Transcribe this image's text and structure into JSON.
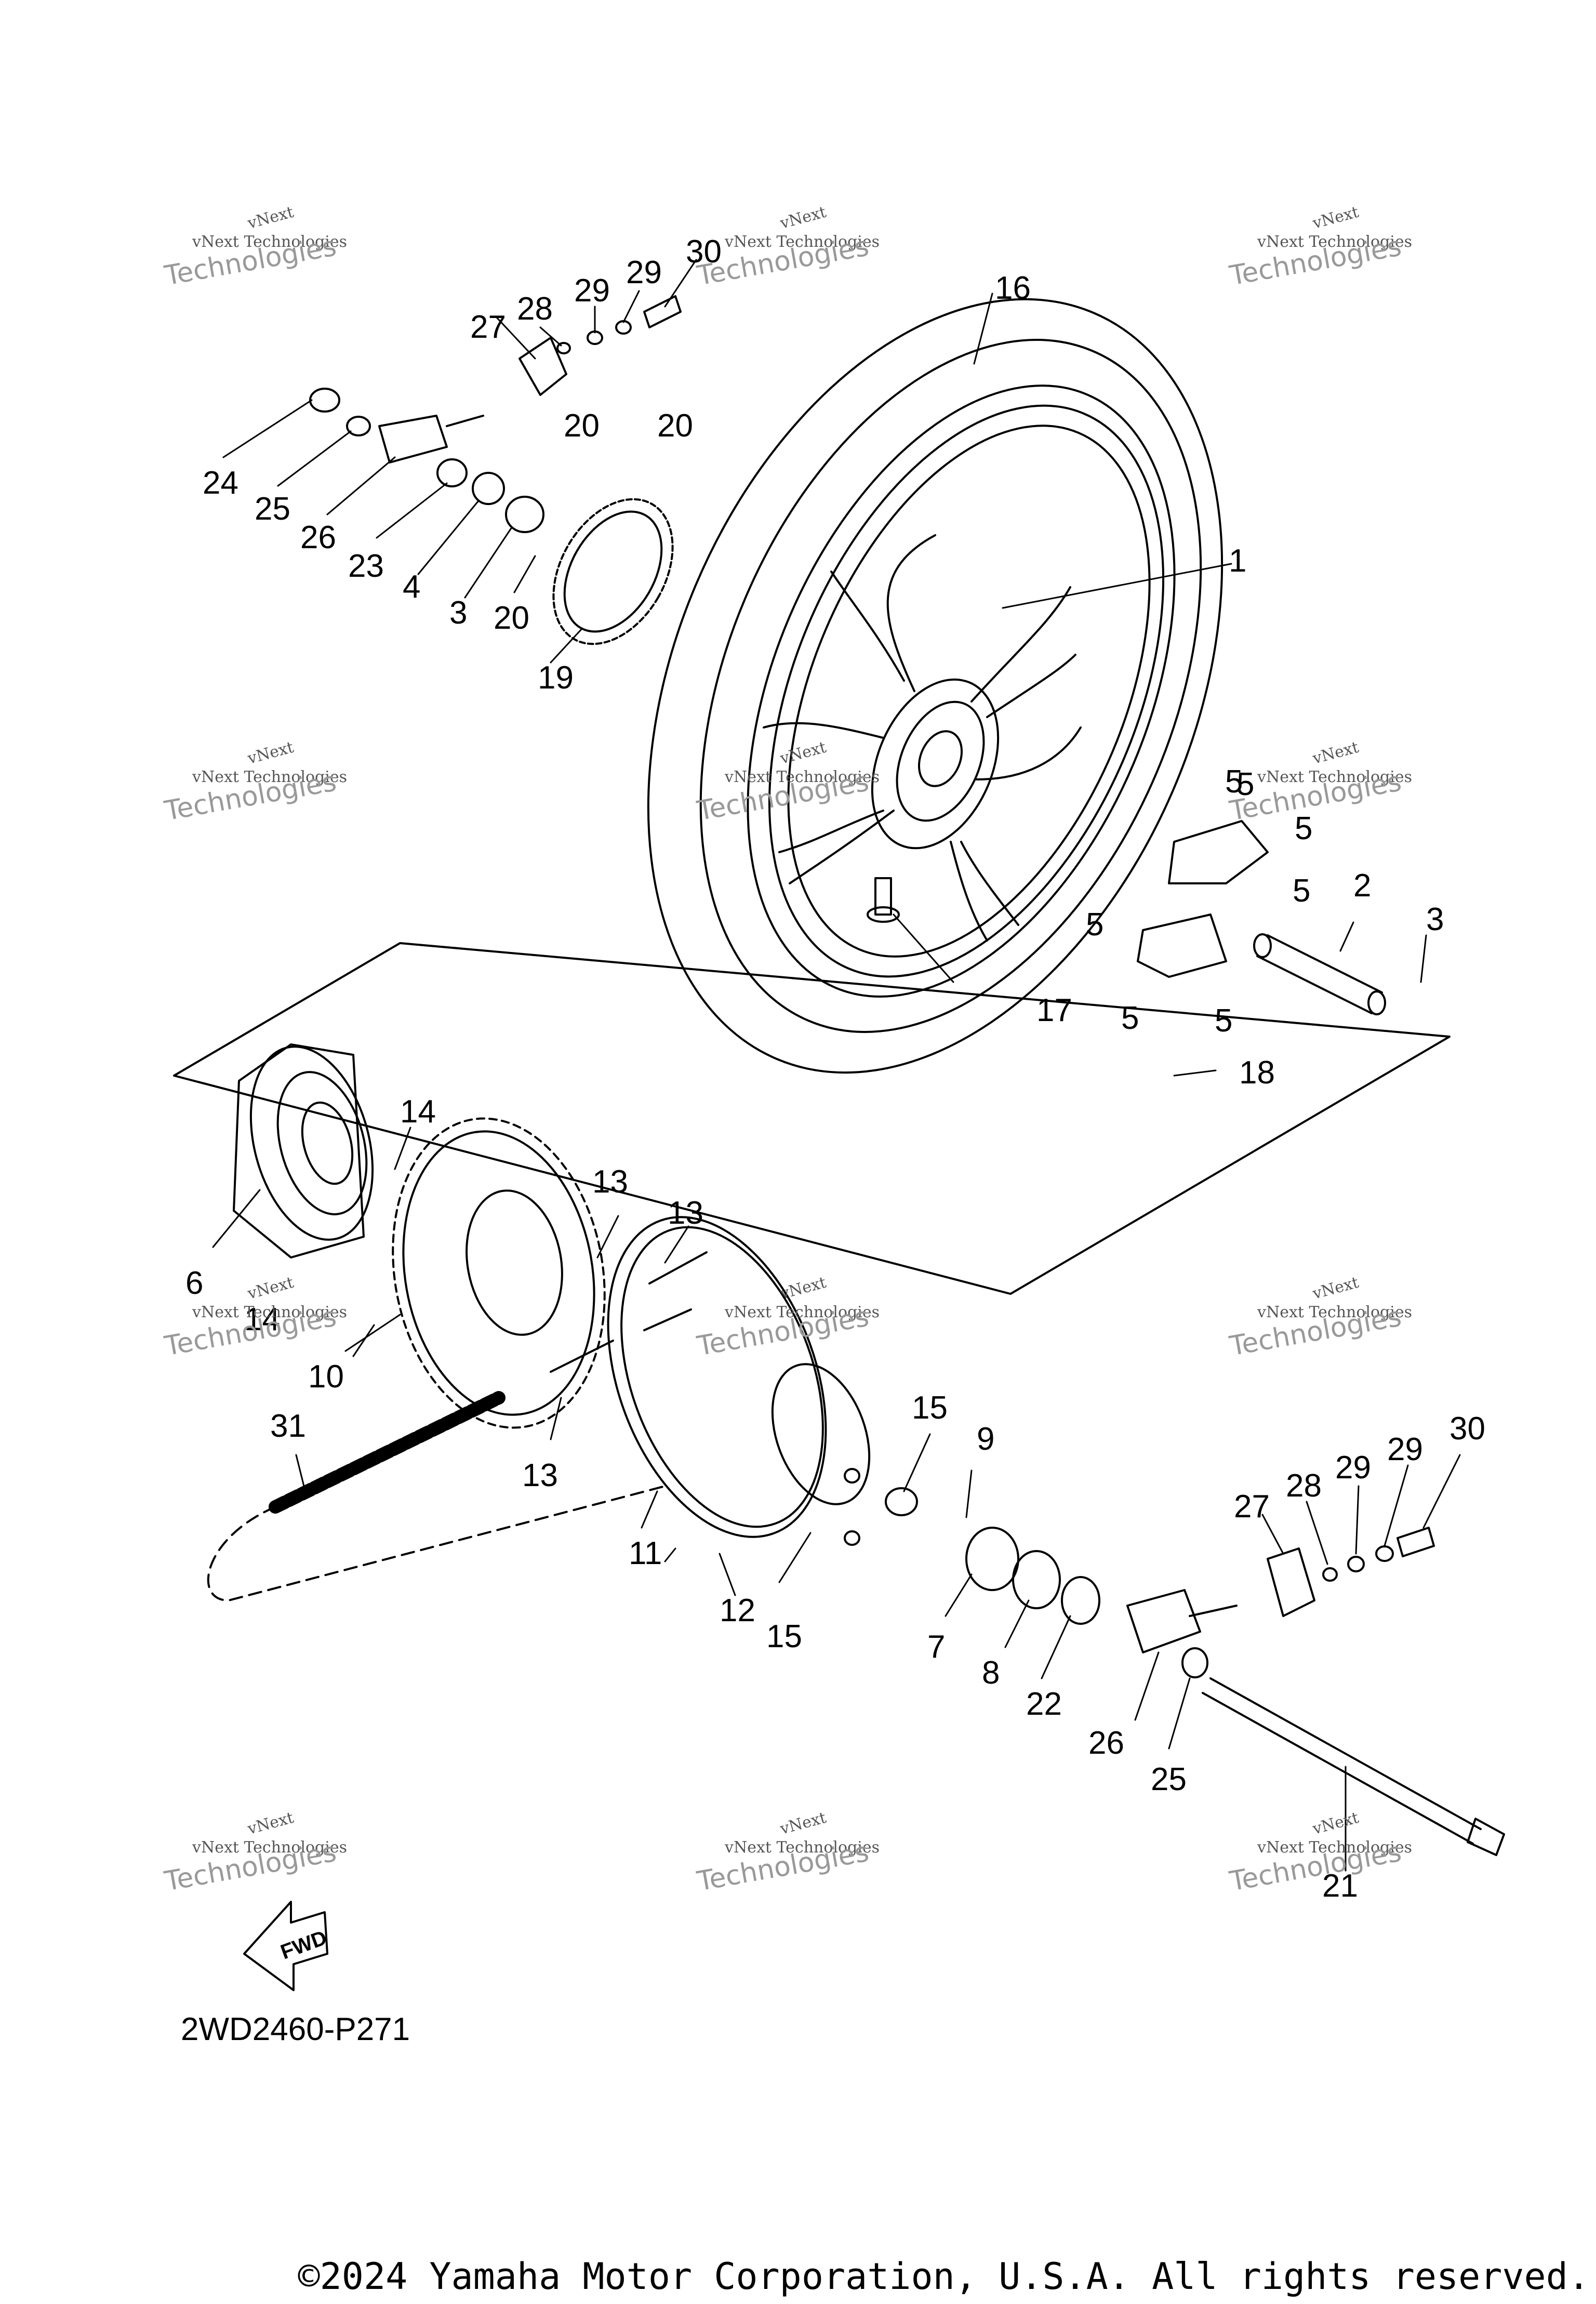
{
  "diagram_code": "2WD2460-P271",
  "copyright": "©2024 Yamaha Motor Corporation, U.S.A. All rights reserved.",
  "fwd_label": "FWD",
  "watermark": {
    "line1": "vNext",
    "line2": "Technologies",
    "line3": "vNext Technologies"
  },
  "callouts": [
    "1",
    "2",
    "3",
    "3",
    "4",
    "5",
    "5",
    "5",
    "5",
    "5",
    "5",
    "5",
    "6",
    "7",
    "8",
    "9",
    "10",
    "11",
    "12",
    "13",
    "13",
    "13",
    "14",
    "14",
    "15",
    "15",
    "16",
    "17",
    "18",
    "19",
    "20",
    "20",
    "20",
    "21",
    "22",
    "23",
    "24",
    "25",
    "25",
    "26",
    "26",
    "27",
    "27",
    "28",
    "28",
    "29",
    "29",
    "29",
    "29",
    "30",
    "30",
    "31"
  ]
}
